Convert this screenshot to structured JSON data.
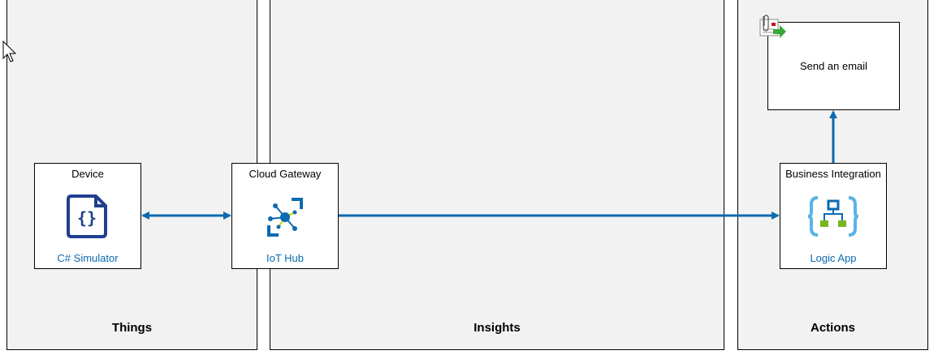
{
  "lanes": {
    "things": "Things",
    "insights": "Insights",
    "actions": "Actions"
  },
  "nodes": {
    "device": {
      "title": "Device",
      "subtitle": "C# Simulator",
      "icon": "code-file-icon"
    },
    "gateway": {
      "title": "Cloud Gateway",
      "subtitle": "IoT Hub",
      "icon": "iot-hub-icon"
    },
    "business": {
      "title": "Business Integration",
      "subtitle": "Logic App",
      "icon": "logic-app-icon"
    }
  },
  "email": {
    "label": "Send an email",
    "icon": "email-attachment-icon"
  },
  "colors": {
    "arrow": "#0b6ab0",
    "lane_bg": "#f2f2f2",
    "link_text": "#0b6ab0"
  }
}
